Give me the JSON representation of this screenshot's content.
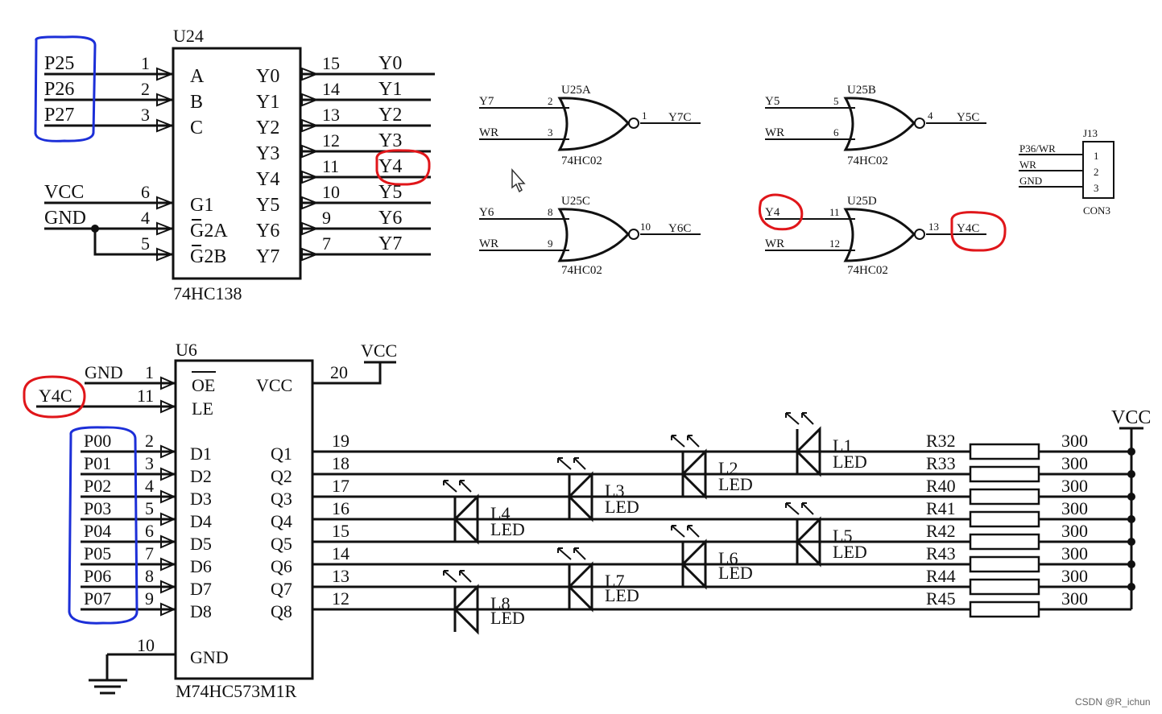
{
  "u24": {
    "ref": "U24",
    "part": "74HC138",
    "inputs": [
      {
        "net": "P25",
        "pin": "1",
        "name": "A"
      },
      {
        "net": "P26",
        "pin": "2",
        "name": "B"
      },
      {
        "net": "P27",
        "pin": "3",
        "name": "C"
      },
      {
        "net": "VCC",
        "pin": "6",
        "name": "G1"
      },
      {
        "net": "GND",
        "pin": "4",
        "name": "G2A"
      },
      {
        "net": "",
        "pin": "5",
        "name": "G2B"
      }
    ],
    "outputs": [
      {
        "name": "Y0",
        "pin": "15",
        "net": "Y0"
      },
      {
        "name": "Y1",
        "pin": "14",
        "net": "Y1"
      },
      {
        "name": "Y2",
        "pin": "13",
        "net": "Y2"
      },
      {
        "name": "Y3",
        "pin": "12",
        "net": "Y3"
      },
      {
        "name": "Y4",
        "pin": "11",
        "net": "Y4"
      },
      {
        "name": "Y5",
        "pin": "10",
        "net": "Y5"
      },
      {
        "name": "Y6",
        "pin": "9",
        "net": "Y6"
      },
      {
        "name": "Y7",
        "pin": "7",
        "net": "Y7"
      }
    ]
  },
  "gates": [
    {
      "ref": "U25A",
      "part": "74HC02",
      "in1_net": "Y7",
      "in1_pin": "2",
      "in2_net": "WR",
      "in2_pin": "3",
      "out_pin": "1",
      "out_net": "Y7C"
    },
    {
      "ref": "U25B",
      "part": "74HC02",
      "in1_net": "Y5",
      "in1_pin": "5",
      "in2_net": "WR",
      "in2_pin": "6",
      "out_pin": "4",
      "out_net": "Y5C"
    },
    {
      "ref": "U25C",
      "part": "74HC02",
      "in1_net": "Y6",
      "in1_pin": "8",
      "in2_net": "WR",
      "in2_pin": "9",
      "out_pin": "10",
      "out_net": "Y6C"
    },
    {
      "ref": "U25D",
      "part": "74HC02",
      "in1_net": "Y4",
      "in1_pin": "11",
      "in2_net": "WR",
      "in2_pin": "12",
      "out_pin": "13",
      "out_net": "Y4C"
    }
  ],
  "j13": {
    "ref": "J13",
    "part": "CON3",
    "nets": [
      "P36/WR",
      "WR",
      "GND"
    ],
    "pins": [
      "1",
      "2",
      "3"
    ]
  },
  "u6": {
    "ref": "U6",
    "part": "M74HC573M1R",
    "vcc_label": "VCC",
    "vcc_pin": "20",
    "vcc_net": "VCC",
    "gnd_label": "GND",
    "gnd_pin": "10",
    "oe": {
      "net": "GND",
      "pin": "1",
      "name": "OE"
    },
    "le": {
      "net": "Y4C",
      "pin": "11",
      "name": "LE"
    },
    "inputs": [
      {
        "net": "P00",
        "pin": "2",
        "name": "D1"
      },
      {
        "net": "P01",
        "pin": "3",
        "name": "D2"
      },
      {
        "net": "P02",
        "pin": "4",
        "name": "D3"
      },
      {
        "net": "P03",
        "pin": "5",
        "name": "D4"
      },
      {
        "net": "P04",
        "pin": "6",
        "name": "D5"
      },
      {
        "net": "P05",
        "pin": "7",
        "name": "D6"
      },
      {
        "net": "P06",
        "pin": "8",
        "name": "D7"
      },
      {
        "net": "P07",
        "pin": "9",
        "name": "D8"
      }
    ],
    "outputs": [
      {
        "name": "Q1",
        "pin": "19"
      },
      {
        "name": "Q2",
        "pin": "18"
      },
      {
        "name": "Q3",
        "pin": "17"
      },
      {
        "name": "Q4",
        "pin": "16"
      },
      {
        "name": "Q5",
        "pin": "15"
      },
      {
        "name": "Q6",
        "pin": "14"
      },
      {
        "name": "Q7",
        "pin": "13"
      },
      {
        "name": "Q8",
        "pin": "12"
      }
    ]
  },
  "leds": [
    {
      "ref": "L1",
      "type": "LED"
    },
    {
      "ref": "L2",
      "type": "LED"
    },
    {
      "ref": "L3",
      "type": "LED"
    },
    {
      "ref": "L4",
      "type": "LED"
    },
    {
      "ref": "L5",
      "type": "LED"
    },
    {
      "ref": "L6",
      "type": "LED"
    },
    {
      "ref": "L7",
      "type": "LED"
    },
    {
      "ref": "L8",
      "type": "LED"
    }
  ],
  "resistors": [
    {
      "ref": "R32",
      "value": "300"
    },
    {
      "ref": "R33",
      "value": "300"
    },
    {
      "ref": "R40",
      "value": "300"
    },
    {
      "ref": "R41",
      "value": "300"
    },
    {
      "ref": "R42",
      "value": "300"
    },
    {
      "ref": "R43",
      "value": "300"
    },
    {
      "ref": "R44",
      "value": "300"
    },
    {
      "ref": "R45",
      "value": "300"
    }
  ],
  "led_rail_label": "VCC",
  "watermark": "CSDN @R_ichun",
  "colors": {
    "highlight_red": "#e0161a",
    "highlight_blue": "#1c2fd8",
    "ink": "#111111"
  }
}
